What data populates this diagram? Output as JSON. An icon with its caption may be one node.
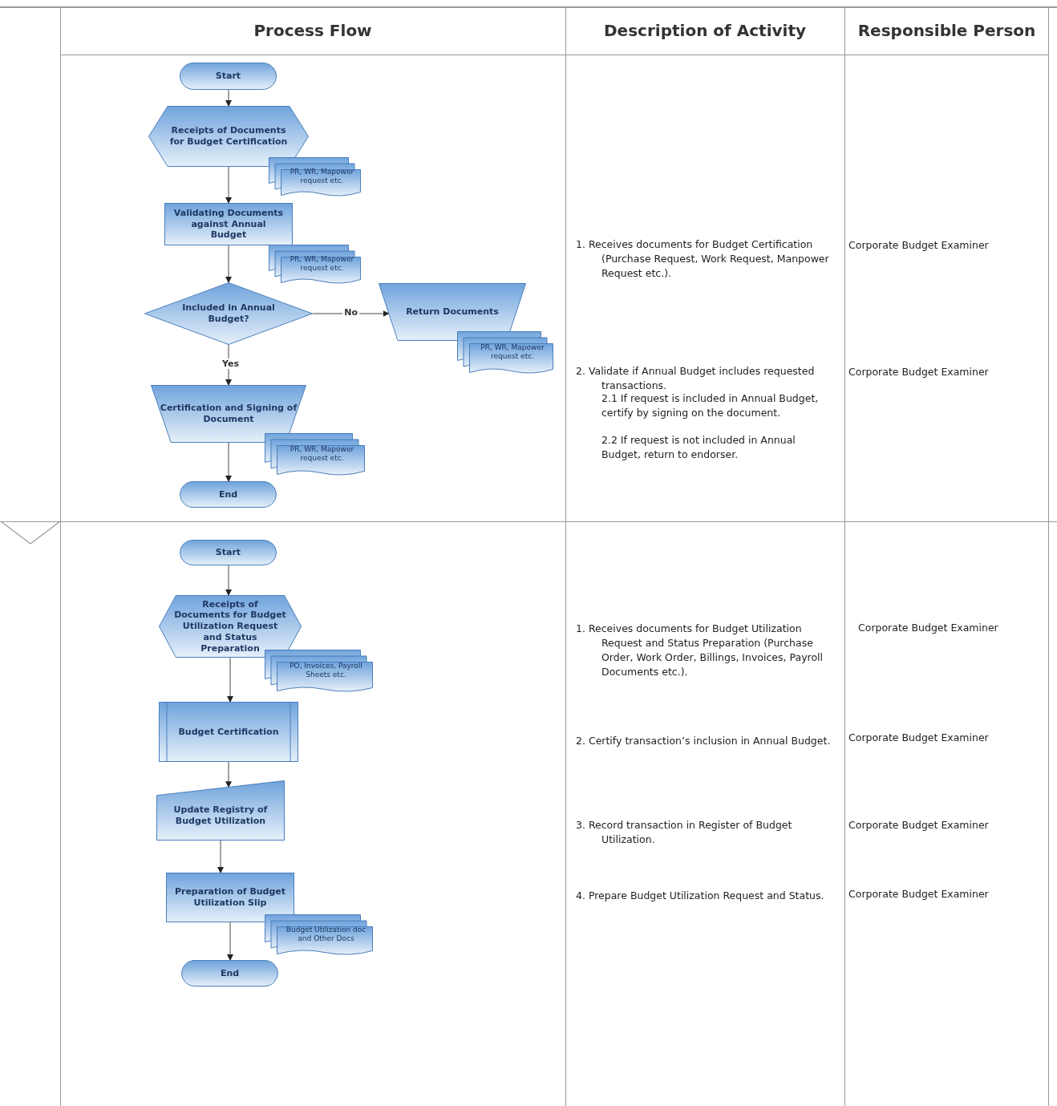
{
  "diagram": {
    "nodes": [
      {
        "text": [
          "Start"
        ]
      },
      {
        "text": [
          "Receipts of Documents for Budget Certification"
        ]
      },
      {
        "text": [
          "PR, WR, Mapower request etc."
        ]
      },
      {
        "text": [
          "Validating Documents against Annual Budget"
        ]
      },
      {
        "text": [
          "PR, WR, Mapower request etc."
        ]
      },
      {
        "text": [
          "Included in Annual Budget?"
        ]
      },
      {
        "text": [
          "Return Documents"
        ]
      },
      {
        "text": [
          "PR, WR, Mapower request etc."
        ]
      },
      {
        "text": [
          "Certification and Signing of Document"
        ]
      },
      {
        "text": [
          "PR, WR, Mapower request etc."
        ]
      },
      {
        "text": [
          "End"
        ]
      },
      {
        "text": [
          "Start"
        ]
      },
      {
        "text": [
          "Receipts of Documents for Budget Utilization Request and Status Preparation"
        ]
      },
      {
        "text": [
          "PO, Invoices, Payroll Sheets etc."
        ]
      },
      {
        "text": [
          "Budget Certification"
        ]
      },
      {
        "text": [
          "Update Registry of Budget Utilization"
        ]
      },
      {
        "text": [
          "Preparation of Budget Utilization Slip"
        ]
      },
      {
        "text": [
          "Budget Utilization doc and Other Docs"
        ]
      },
      {
        "text": [
          "End"
        ]
      }
    ],
    "edges": [
      {
        "from": 0,
        "to": 1,
        "arrow": "to"
      },
      {
        "from": 1,
        "to": 3,
        "arrow": "to"
      },
      {
        "from": 3,
        "to": 5,
        "arrow": "to"
      },
      {
        "from": 5,
        "to": 6,
        "arrow": "to",
        "label": "No"
      },
      {
        "from": 5,
        "to": 8,
        "arrow": "to",
        "label": "Yes"
      },
      {
        "from": 8,
        "to": 10,
        "arrow": "to"
      },
      {
        "from": 11,
        "to": 12,
        "arrow": "to"
      },
      {
        "from": 12,
        "to": 14,
        "arrow": "to"
      },
      {
        "from": 14,
        "to": 15,
        "arrow": "to"
      },
      {
        "from": 15,
        "to": 16,
        "arrow": "to"
      },
      {
        "from": 16,
        "to": 18,
        "arrow": "to"
      }
    ],
    "labels": [
      "Process Flow",
      "Description of Activity",
      "Responsible Person",
      "1. Receives documents for Budget Certification (Purchase Request, Work Request, Manpower Request etc.).",
      "Corporate Budget Examiner",
      "2. Validate if Annual Budget includes requested transactions.",
      "2.1 If request is included in Annual Budget, certify by signing on the document.",
      "2.2 If request is not included in Annual Budget, return to endorser.",
      "Corporate Budget Examiner",
      "1. Receives documents for Budget Utilization Request and Status Preparation (Purchase Order, Work Order, Billings, Invoices, Payroll Documents etc.).",
      "Corporate Budget Examiner",
      "2. Certify transaction’s inclusion in Annual Budget.",
      "Corporate Budget Examiner",
      "3. Record transaction in Register of Budget Utilization.",
      "Corporate Budget Examiner",
      "4. Prepare Budget Utilization Request and Status.",
      "Corporate Budget Examiner"
    ]
  }
}
